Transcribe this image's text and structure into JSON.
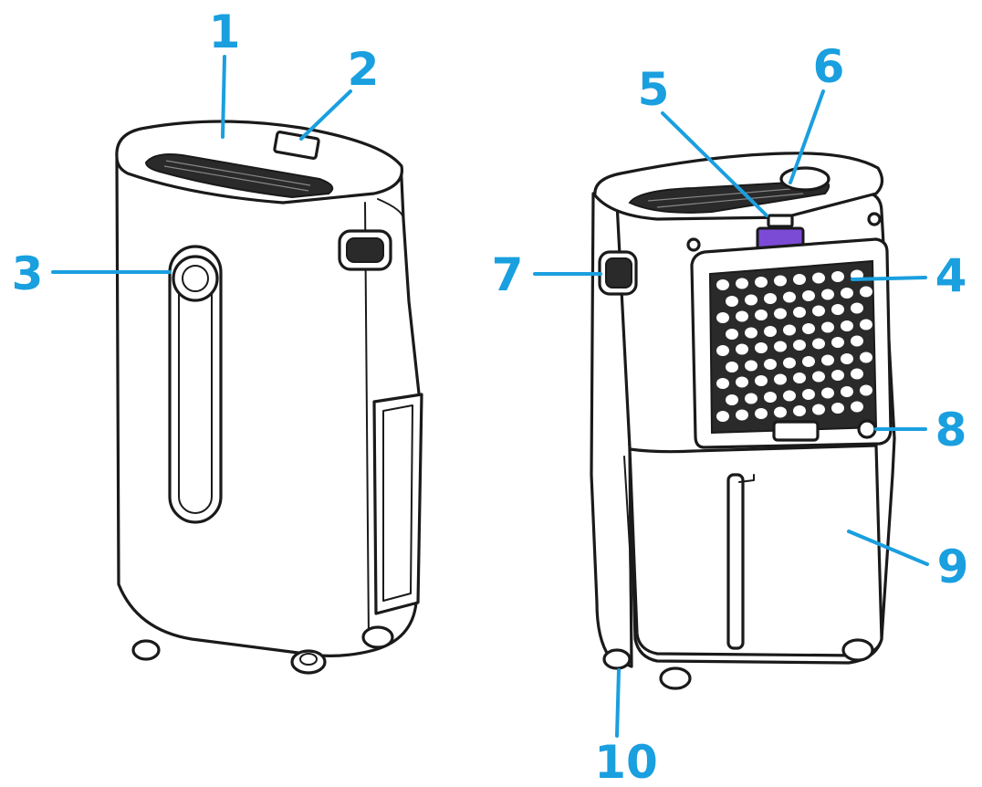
{
  "colors": {
    "callout": "#1a9fdf",
    "outline": "#1a1a1a",
    "background": "#ffffff",
    "display": "#7b4bd6"
  },
  "callouts": [
    {
      "id": "1",
      "label": "1"
    },
    {
      "id": "2",
      "label": "2"
    },
    {
      "id": "3",
      "label": "3"
    },
    {
      "id": "4",
      "label": "4"
    },
    {
      "id": "5",
      "label": "5"
    },
    {
      "id": "6",
      "label": "6"
    },
    {
      "id": "7",
      "label": "7"
    },
    {
      "id": "8",
      "label": "8"
    },
    {
      "id": "9",
      "label": "9"
    },
    {
      "id": "10",
      "label": "10"
    }
  ]
}
